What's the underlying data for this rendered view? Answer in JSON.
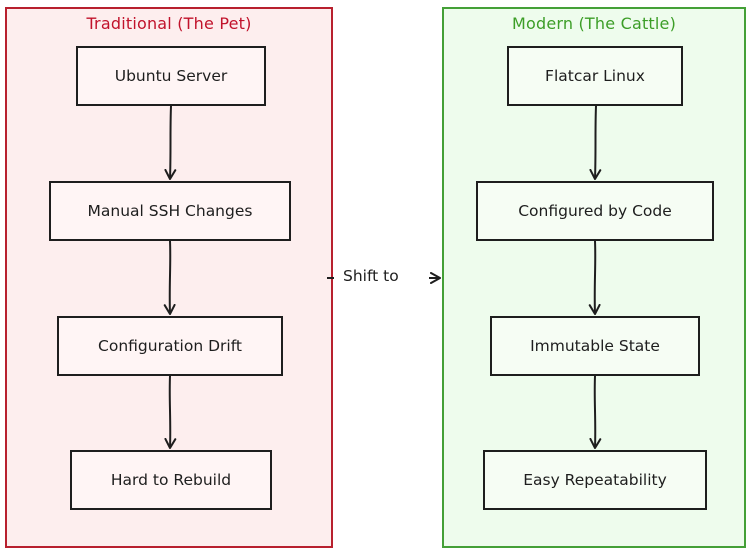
{
  "groups": {
    "traditional": {
      "title": "Traditional (The Pet)",
      "steps": [
        "Ubuntu Server",
        "Manual SSH Changes",
        "Configuration Drift",
        "Hard to Rebuild"
      ]
    },
    "modern": {
      "title": "Modern (The Cattle)",
      "steps": [
        "Flatcar Linux",
        "Configured by Code",
        "Immutable State",
        "Easy Repeatability"
      ]
    }
  },
  "transition": {
    "label": "Shift to"
  },
  "colors": {
    "traditional_border": "#b8202e",
    "traditional_fill": "#fdeeee",
    "traditional_title": "#c1122b",
    "modern_border": "#44a037",
    "modern_fill": "#eefced",
    "modern_title": "#3c9e27",
    "node_stroke": "#1e1e1e",
    "arrow": "#1e1e1e"
  }
}
